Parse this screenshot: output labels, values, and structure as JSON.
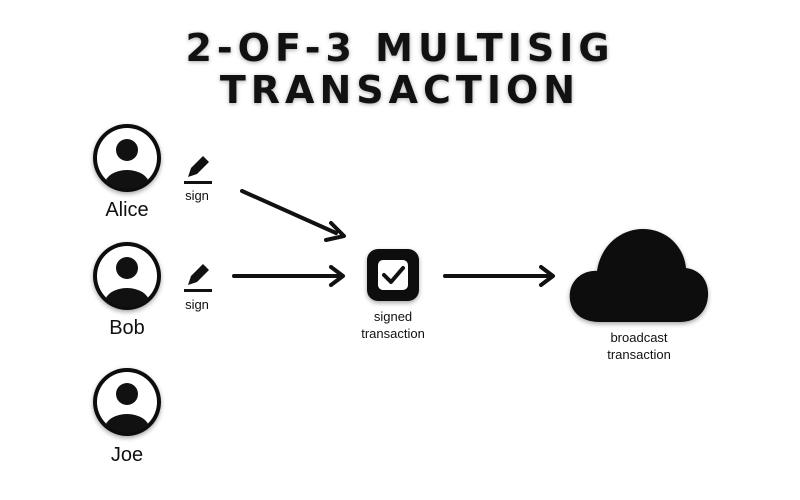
{
  "title": {
    "line1": "2-OF-3 MULTISIG",
    "line2": "TRANSACTION"
  },
  "signers": [
    {
      "name": "Alice",
      "icon": "user-icon",
      "action": "sign",
      "action_icon": "pen-icon"
    },
    {
      "name": "Bob",
      "icon": "user-icon",
      "action": "sign",
      "action_icon": "pen-icon"
    },
    {
      "name": "Joe",
      "icon": "user-icon"
    }
  ],
  "signed": {
    "label_line1": "signed",
    "label_line2": "transaction",
    "icon": "check-icon"
  },
  "broadcast": {
    "label_line1": "broadcast",
    "label_line2": "transaction",
    "icon": "cloud-icon"
  },
  "colors": {
    "ink": "#111111",
    "background": "#ffffff"
  }
}
